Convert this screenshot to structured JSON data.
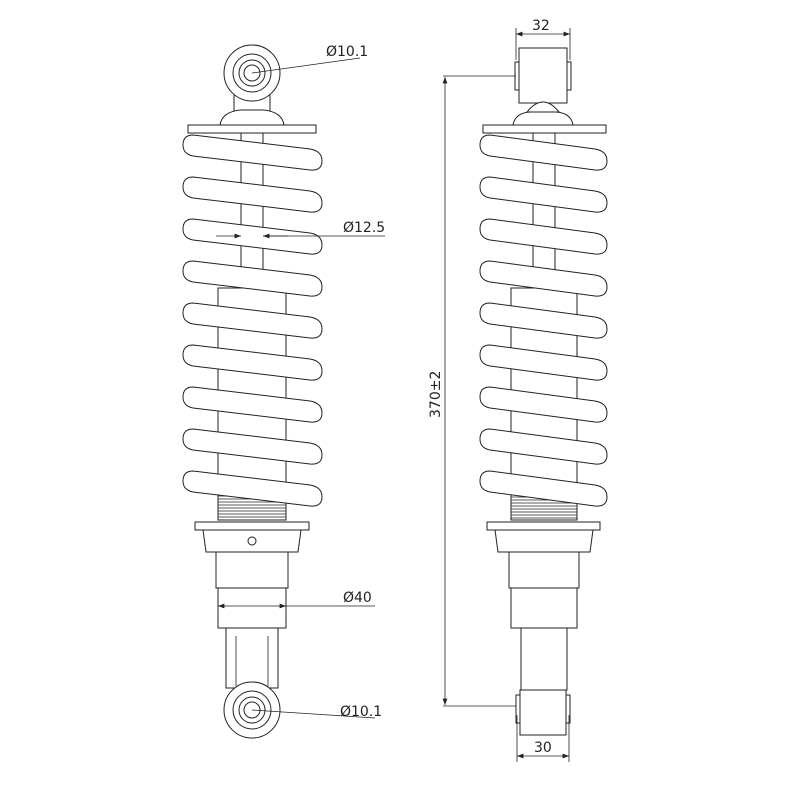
{
  "drawing": {
    "left_view": {
      "top_eye_diameter": "Ø10.1",
      "rod_diameter": "Ø12.5",
      "body_diameter": "Ø40",
      "bottom_eye_diameter": "Ø10.1"
    },
    "right_view": {
      "top_mount_width": "32",
      "overall_length": "370±2",
      "bottom_mount_width": "30"
    }
  }
}
